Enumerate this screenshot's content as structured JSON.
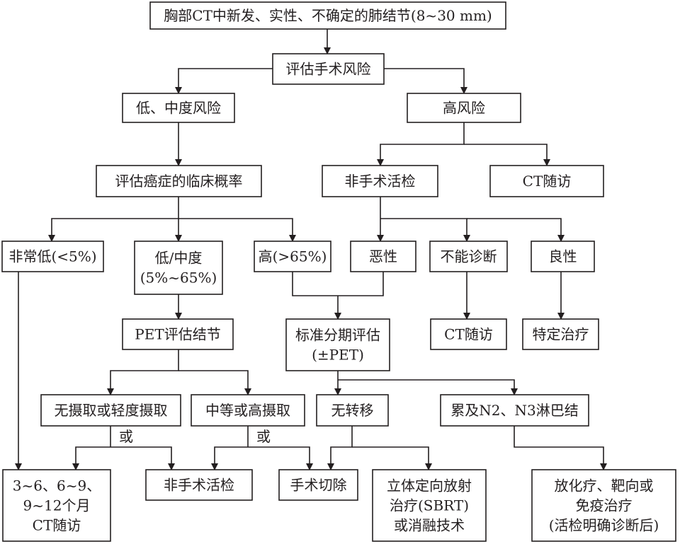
{
  "nodes": {
    "root": [
      "胸部CT中新发、实性、不确定的肺结节(8~30 mm)"
    ],
    "surgical_risk": [
      "评估手术风险"
    ],
    "low_mod_risk": [
      "低、中度风险"
    ],
    "high_risk": [
      "高风险"
    ],
    "cancer_prob": [
      "评估癌症的临床概率"
    ],
    "nonsurg_biopsy_top": [
      "非手术活检"
    ],
    "ct_followup_top": [
      "CT随访"
    ],
    "very_low": [
      "非常低(<5%)"
    ],
    "low_mod_prob": [
      "低/中度",
      "(5%~65%)"
    ],
    "high_prob": [
      "高(>65%)"
    ],
    "malignant": [
      "恶性"
    ],
    "nondiagnostic": [
      "不能诊断"
    ],
    "benign": [
      "良性"
    ],
    "pet_eval": [
      "PET评估结节"
    ],
    "staging": [
      "标准分期评估",
      "(±PET)"
    ],
    "ct_followup_mid": [
      "CT随访"
    ],
    "specific_treatment": [
      "特定治疗"
    ],
    "no_low_uptake": [
      "无摄取或轻度摄取"
    ],
    "mod_high_uptake": [
      "中等或高摄取"
    ],
    "no_metastasis": [
      "无转移"
    ],
    "n2_n3": [
      "累及N2、N3淋巴结"
    ],
    "ct_followup_bottom": [
      "3~6、6~9、",
      "9~12个月",
      "CT随访"
    ],
    "nonsurg_biopsy_bottom": [
      "非手术活检"
    ],
    "surgical_resection": [
      "手术切除"
    ],
    "sbrt": [
      "立体定向放射",
      "治疗(SBRT)",
      "或消融技术"
    ],
    "chemo": [
      "放化疗、靶向或",
      "免疫治疗",
      "(活检明确诊断后)"
    ]
  },
  "or_labels": [
    "或",
    "或"
  ]
}
